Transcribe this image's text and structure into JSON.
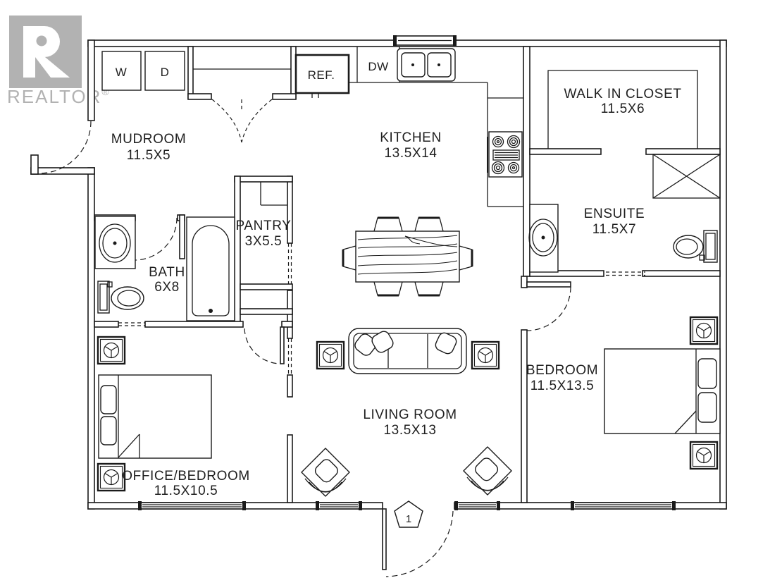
{
  "logo": {
    "brand": "REALTOR",
    "registered": "®"
  },
  "appliances": {
    "washer": "W",
    "dryer": "D",
    "fridge": "REF.",
    "dishwasher": "DW"
  },
  "rooms": {
    "mudroom": {
      "name": "MUDROOM",
      "dims": "11.5X5"
    },
    "kitchen": {
      "name": "KITCHEN",
      "dims": "13.5X14"
    },
    "walk_in_closet": {
      "name": "WALK IN CLOSET",
      "dims": "11.5X6"
    },
    "ensuite": {
      "name": "ENSUITE",
      "dims": "11.5X7"
    },
    "pantry": {
      "name": "PANTRY",
      "dims": "3X5.5"
    },
    "bath": {
      "name": "BATH",
      "dims": "6X8"
    },
    "living_room": {
      "name": "LIVING ROOM",
      "dims": "13.5X13"
    },
    "bedroom": {
      "name": "BEDROOM",
      "dims": "11.5X13.5"
    },
    "office_bedroom": {
      "name": "OFFICE/BEDROOM",
      "dims": "11.5X10.5"
    }
  },
  "markers": {
    "front_door": "1"
  },
  "colors": {
    "line": "#1a1a1a",
    "logo_gray": "#b2b2b2"
  }
}
